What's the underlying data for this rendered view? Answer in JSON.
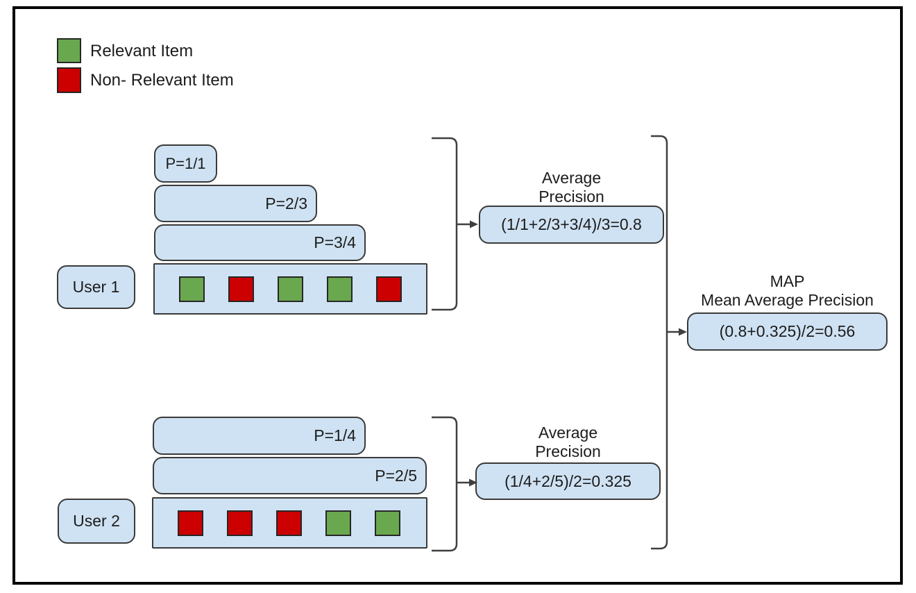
{
  "colors": {
    "box_fill": "#cfe2f3",
    "box_border": "#3a3a3a",
    "relevant_green": "#6aa84f",
    "non_relevant_red": "#cc0000",
    "line": "#3f3f3f",
    "text": "#1c1c1c",
    "frame": "#000000"
  },
  "legend": {
    "items": [
      {
        "color": "relevant",
        "label": "Relevant Item"
      },
      {
        "color": "non-relevant",
        "label": "Non- Relevant Item"
      }
    ]
  },
  "user1": {
    "label": "User 1",
    "precision_boxes": [
      {
        "label": "P=1/1"
      },
      {
        "label": "P=2/3"
      },
      {
        "label": "P=3/4"
      }
    ],
    "items": [
      "relevant",
      "non-relevant",
      "relevant",
      "relevant",
      "non-relevant"
    ],
    "ap_title": [
      "Average",
      "Precision"
    ],
    "ap_formula": "(1/1+2/3+3/4)/3=0.8"
  },
  "user2": {
    "label": "User 2",
    "precision_boxes": [
      {
        "label": "P=1/4"
      },
      {
        "label": "P=2/5"
      }
    ],
    "items": [
      "non-relevant",
      "non-relevant",
      "non-relevant",
      "relevant",
      "relevant"
    ],
    "ap_title": [
      "Average",
      "Precision"
    ],
    "ap_formula": "(1/4+2/5)/2=0.325"
  },
  "map": {
    "title": "MAP",
    "subtitle": "Mean Average Precision",
    "formula": "(0.8+0.325)/2=0.56"
  }
}
